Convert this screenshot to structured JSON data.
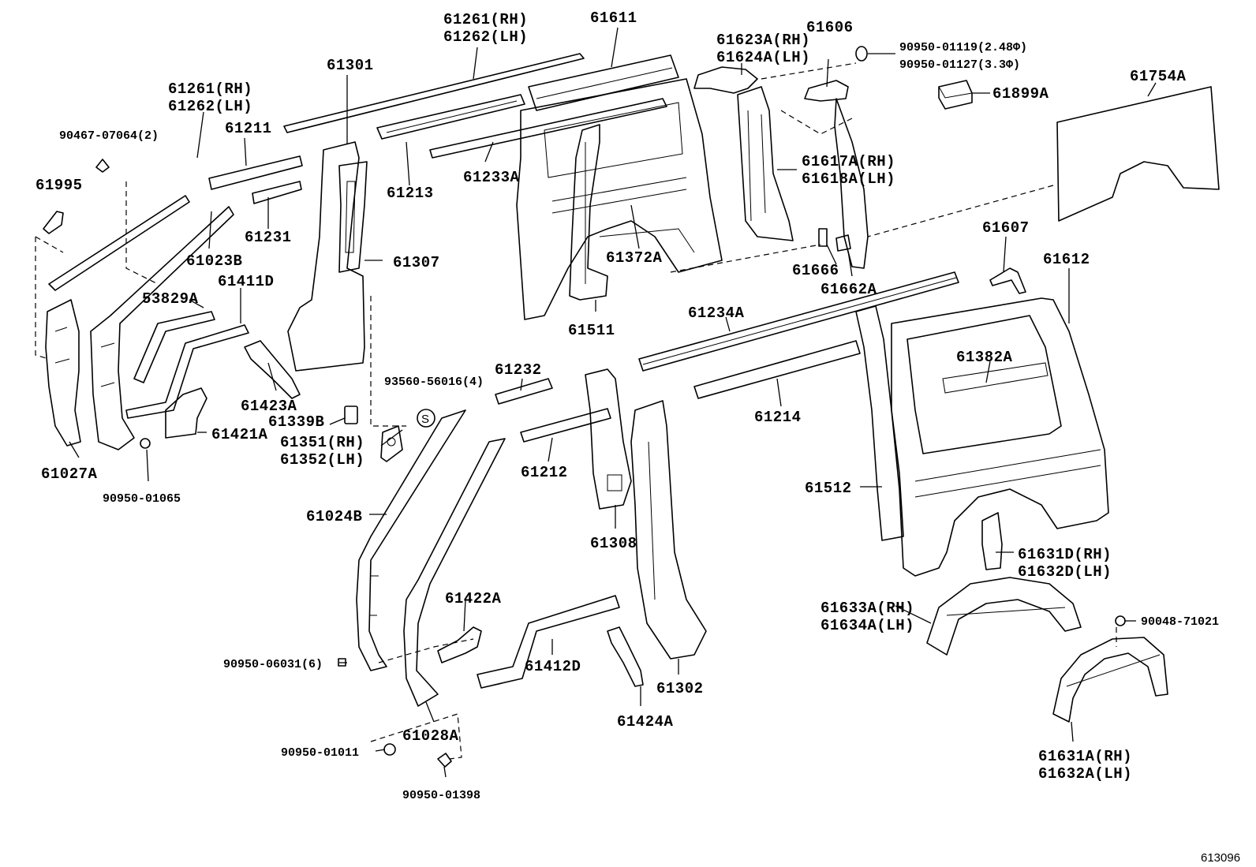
{
  "diagram": {
    "reference_number": "613096",
    "labels": {
      "p61261_top_rh": "61261(RH)",
      "p61262_top_lh": "61262(LH)",
      "p61611": "61611",
      "p61623a_rh": "61623A(RH)",
      "p61624a_lh": "61624A(LH)",
      "p61606": "61606",
      "p90950_01119": "90950-01119(2.48Φ)",
      "p90950_01127": "90950-01127(3.3Φ)",
      "p61899a": "61899A",
      "p61754a": "61754A",
      "p61301": "61301",
      "p61261_rh": "61261(RH)",
      "p61262_lh": "61262(LH)",
      "p90467_07064": "90467-07064(2)",
      "p61211": "61211",
      "p61995": "61995",
      "p61213": "61213",
      "p61233a": "61233A",
      "p61617a_rh": "61617A(RH)",
      "p61618a_lh": "61618A(LH)",
      "p61231": "61231",
      "p61023b": "61023B",
      "p61307": "61307",
      "p61372a": "61372A",
      "p61666": "61666",
      "p61662a": "61662A",
      "p61607": "61607",
      "p61612": "61612",
      "p53829a": "53829A",
      "p61411d": "61411D",
      "p61511": "61511",
      "p61234a": "61234A",
      "p61382a": "61382A",
      "p61423a": "61423A",
      "p93560_56016": "93560-56016(4)",
      "p61232": "61232",
      "p61339b": "61339B",
      "p61214": "61214",
      "p61421a": "61421A",
      "p61351_rh": "61351(RH)",
      "p61352_lh": "61352(LH)",
      "p61027a": "61027A",
      "p61212": "61212",
      "p61512": "61512",
      "p90950_01065": "90950-01065",
      "p61024b": "61024B",
      "p61308": "61308",
      "p61631d_rh": "61631D(RH)",
      "p61632d_lh": "61632D(LH)",
      "p61422a": "61422A",
      "p61633a_rh": "61633A(RH)",
      "p61634a_lh": "61634A(LH)",
      "p90048_71021": "90048-71021",
      "p90950_06031": "90950-06031(6)",
      "p61412d": "61412D",
      "p61302": "61302",
      "p61424a": "61424A",
      "p61028a": "61028A",
      "p90950_01011": "90950-01011",
      "p90950_01398": "90950-01398",
      "p61631a_rh": "61631A(RH)",
      "p61632a_lh": "61632A(LH)",
      "screw_symbol": "S"
    }
  }
}
